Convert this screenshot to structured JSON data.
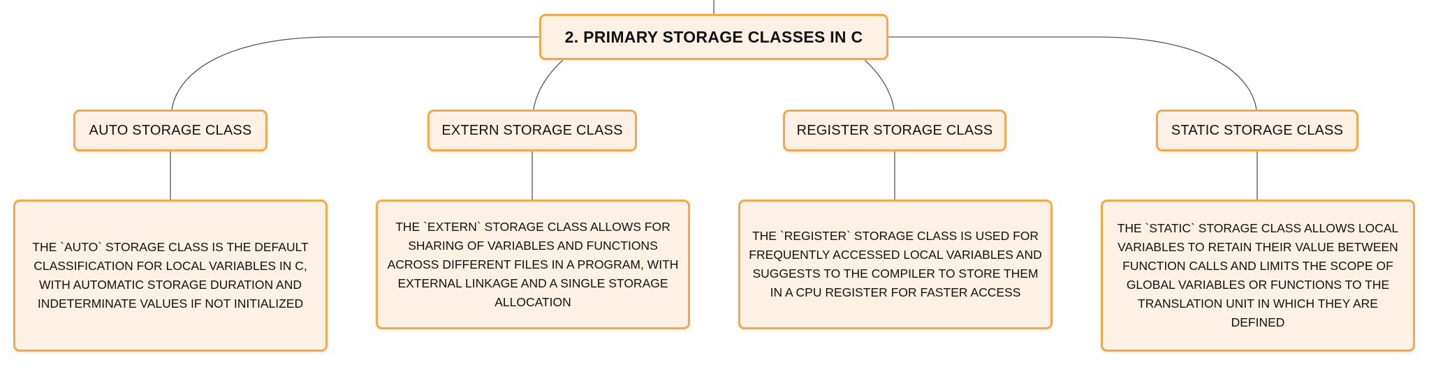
{
  "diagram": {
    "root": {
      "label": "2. PRIMARY STORAGE CLASSES IN C"
    },
    "branches": [
      {
        "title": "AUTO STORAGE CLASS",
        "description": "THE `AUTO` STORAGE CLASS IS THE DEFAULT CLASSIFICATION FOR LOCAL VARIABLES IN C, WITH AUTOMATIC STORAGE DURATION AND INDETERMINATE VALUES IF NOT INITIALIZED"
      },
      {
        "title": "EXTERN STORAGE CLASS",
        "description": "THE `EXTERN` STORAGE CLASS ALLOWS FOR SHARING OF VARIABLES AND FUNCTIONS ACROSS DIFFERENT FILES IN A PROGRAM, WITH EXTERNAL LINKAGE AND A SINGLE STORAGE ALLOCATION"
      },
      {
        "title": "REGISTER STORAGE CLASS",
        "description": "THE `REGISTER` STORAGE CLASS IS USED FOR FREQUENTLY ACCESSED LOCAL VARIABLES AND SUGGESTS TO THE COMPILER TO STORE THEM IN A CPU REGISTER FOR FASTER ACCESS"
      },
      {
        "title": "STATIC STORAGE CLASS",
        "description": "THE `STATIC` STORAGE CLASS ALLOWS LOCAL VARIABLES TO RETAIN THEIR VALUE BETWEEN FUNCTION CALLS AND LIMITS THE SCOPE OF GLOBAL VARIABLES OR FUNCTIONS TO THE TRANSLATION UNIT IN WHICH THEY ARE DEFINED"
      }
    ]
  },
  "colors": {
    "node_fill": "#fdf1e6",
    "node_border": "#f0a94c",
    "connector": "#555555"
  }
}
